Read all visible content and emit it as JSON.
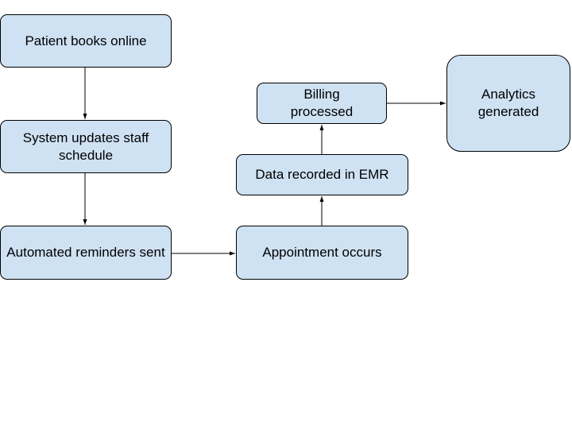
{
  "colors": {
    "node_fill": "#cfe2f3",
    "stroke": "#000000"
  },
  "nodes": {
    "patient_books": "Patient books online",
    "system_updates": "System updates staff schedule",
    "reminders": "Automated reminders sent",
    "appointment": "Appointment occurs",
    "data_recorded": "Data recorded in EMR",
    "billing": "Billing processed",
    "analytics": "Analytics generated"
  }
}
